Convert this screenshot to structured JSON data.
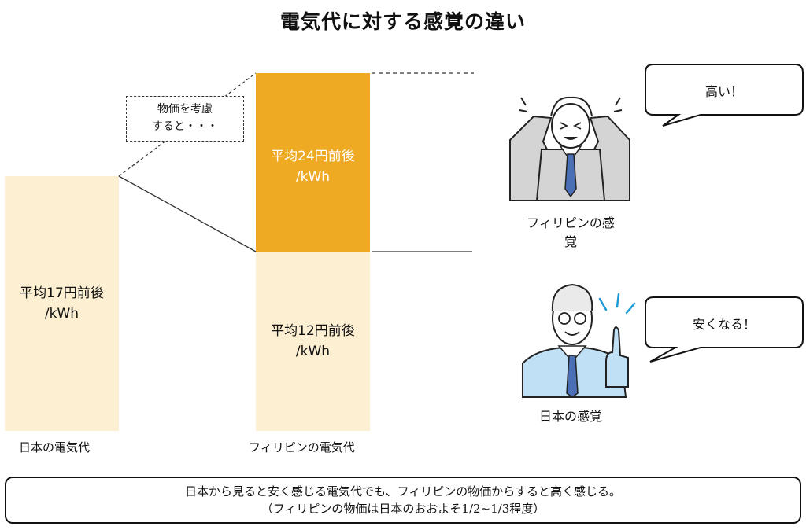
{
  "title": "電気代に対する感覚の違い",
  "bars": {
    "japan": {
      "label_line1": "平均17円前後",
      "label_line2": "/kWh",
      "axis_label": "日本の電気代"
    },
    "philippines_top": {
      "label_line1": "平均24円前後",
      "label_line2": "/kWh"
    },
    "philippines_bottom": {
      "label_line1": "平均12円前後",
      "label_line2": "/kWh",
      "axis_label": "フィリピンの電気代"
    }
  },
  "note": {
    "line1": "物価を考慮",
    "line2": "すると・・・"
  },
  "persons": {
    "philippine": {
      "speech": "高い！",
      "caption_line1": "フィリピンの感",
      "caption_line2": "覚"
    },
    "japan": {
      "speech": "安くなる！",
      "caption": "日本の感覚"
    }
  },
  "summary": {
    "line1": "日本から見ると安く感じる電気代でも、フィリピンの物価からすると高く感じる。",
    "line2": "（フィリピンの物価は日本のおおよそ1/2~1/3程度）"
  },
  "colors": {
    "light_bar": "#fcefd2",
    "accent_bar": "#eeaa22",
    "shirt_gray": "#d4d4d4",
    "shirt_blue": "#bfe0f5",
    "tie_blue": "#4a6fb5"
  }
}
